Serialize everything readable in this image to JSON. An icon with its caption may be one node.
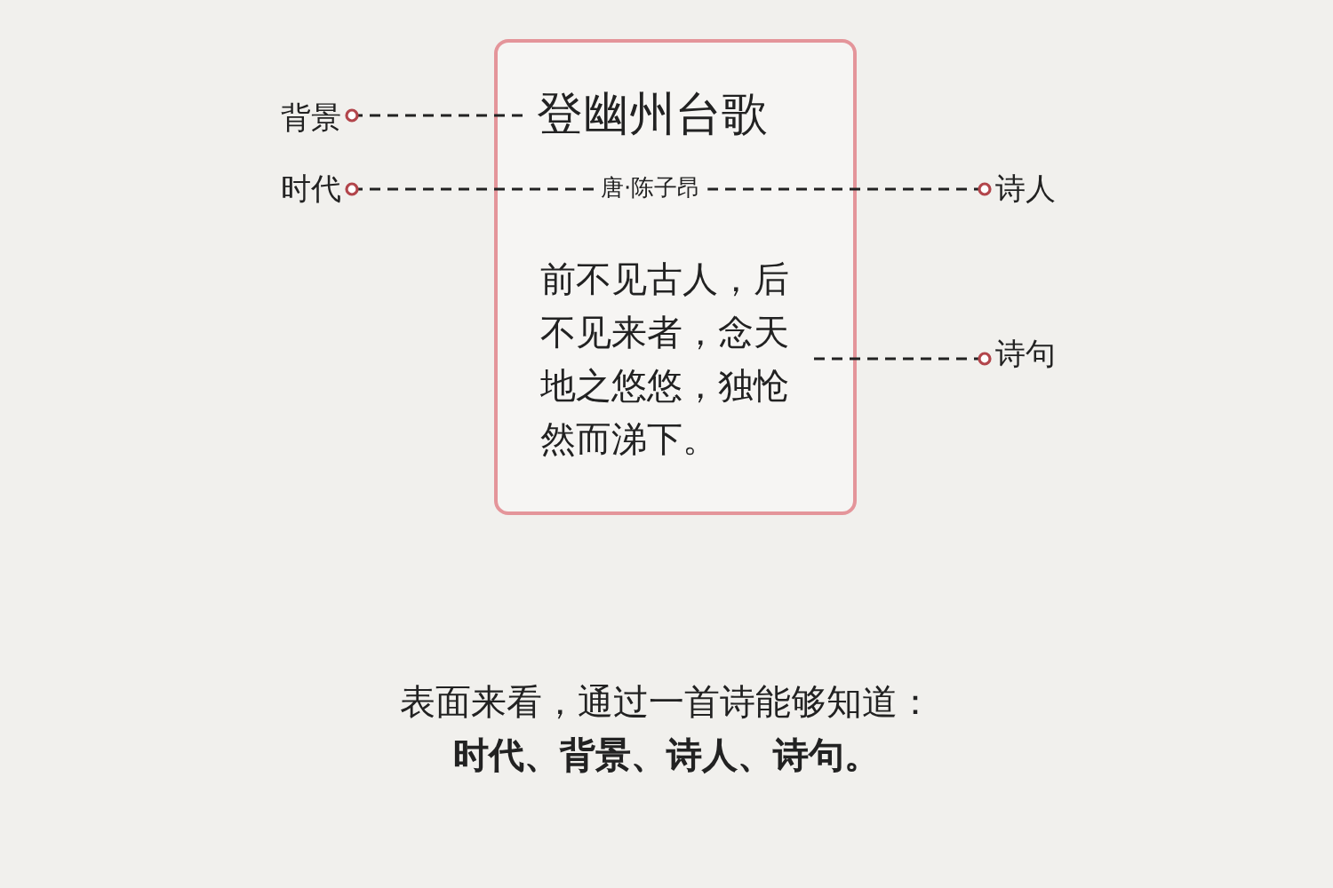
{
  "diagram": {
    "nodes": [
      {
        "text": [],
        "shape": "box"
      },
      {
        "text": [
          "登幽州台歌"
        ],
        "in": 0
      },
      {
        "text": [
          "唐·陈子昂"
        ],
        "in": 0
      },
      {
        "text": [
          "前不见古人，后不见来者，念天地之悠悠，独怆然而涕下。"
        ],
        "in": 0
      },
      {
        "text": [
          "背景"
        ]
      },
      {
        "text": [
          "时代"
        ]
      },
      {
        "text": [
          "诗人"
        ]
      },
      {
        "text": [
          "诗句"
        ]
      }
    ],
    "edges": [
      {
        "from": 4,
        "to": 1,
        "arrow": "other",
        "style": "dashed"
      },
      {
        "from": 5,
        "to": 2,
        "arrow": "other",
        "style": "dashed"
      },
      {
        "from": 6,
        "to": 2,
        "arrow": "other",
        "style": "dashed"
      },
      {
        "from": 7,
        "to": 3,
        "arrow": "other",
        "style": "dashed"
      }
    ],
    "labels": [
      "表面来看，通过一首诗能够知道：",
      "时代、背景、诗人、诗句。"
    ]
  }
}
